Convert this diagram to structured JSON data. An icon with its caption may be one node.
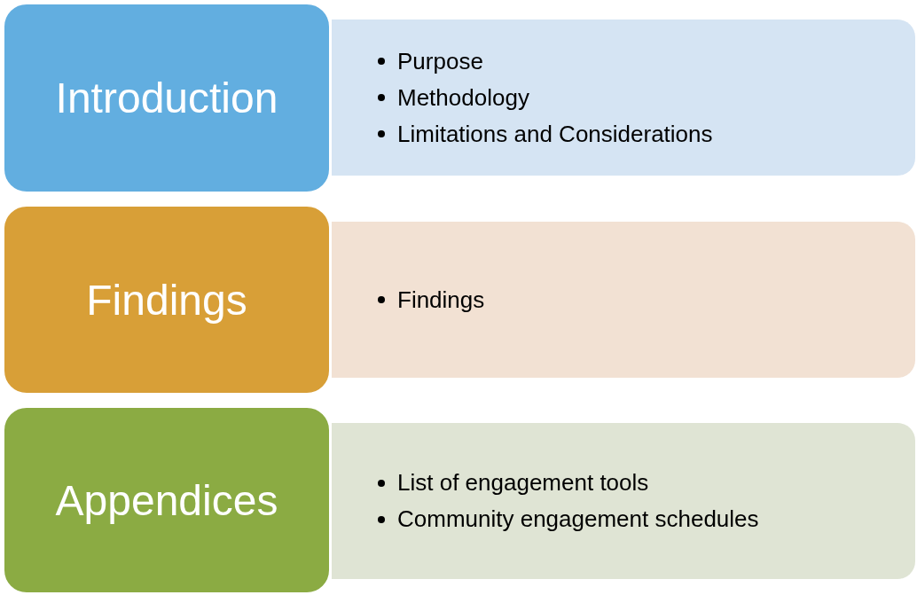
{
  "diagram": {
    "nodes": [
      {
        "text": [
          "Introduction"
        ]
      },
      {
        "text": [
          "Purpose",
          "Methodology",
          "Limitations and Considerations"
        ]
      },
      {
        "text": [
          "Findings"
        ]
      },
      {
        "text": [
          "Findings"
        ]
      },
      {
        "text": [
          "Appendices"
        ]
      },
      {
        "text": [
          "List of engagement tools",
          "Community engagement schedules"
        ]
      }
    ]
  }
}
